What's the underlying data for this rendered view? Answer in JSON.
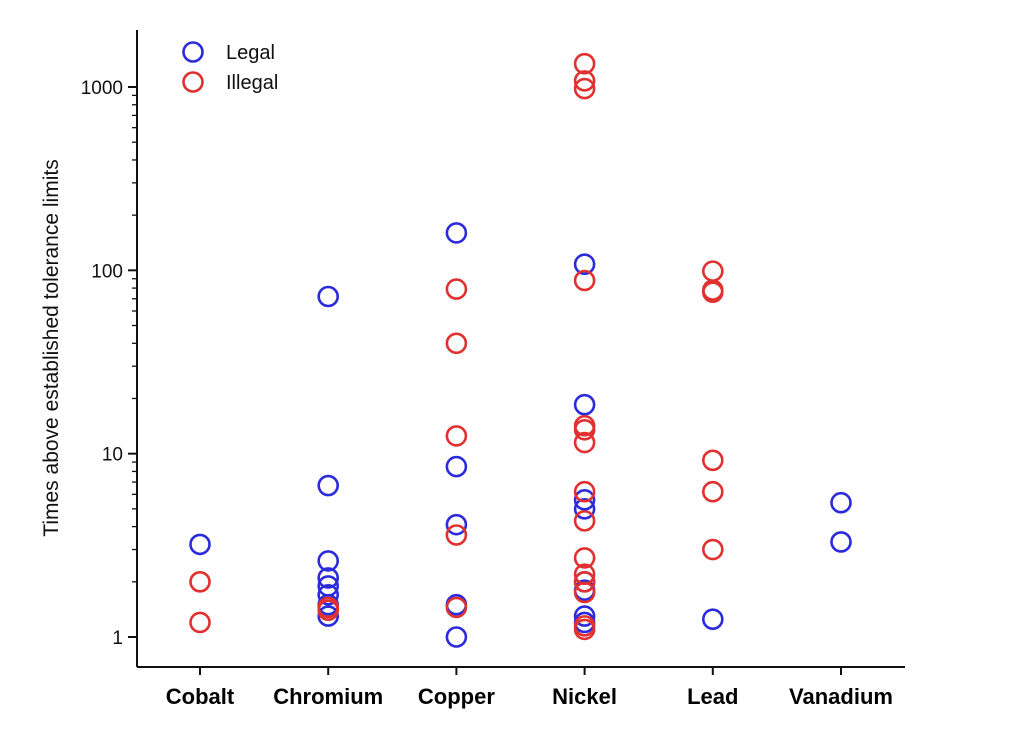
{
  "chart_data": {
    "type": "scatter",
    "title": "",
    "xlabel": "",
    "ylabel": "Times above established tolerance limits",
    "y_scale": "log",
    "ylim": [
      0.8,
      2000
    ],
    "yticks": [
      1,
      10,
      100,
      1000
    ],
    "ytick_labels": [
      "1",
      "10",
      "100",
      "1000"
    ],
    "categories": [
      "Cobalt",
      "Chromium",
      "Copper",
      "Nickel",
      "Lead",
      "Vanadium"
    ],
    "legend_position": "top-left",
    "grid": false,
    "marker": "open-circle",
    "series": [
      {
        "name": "Legal",
        "color": "#2b2bdc",
        "points": [
          {
            "category": "Cobalt",
            "value": 3.2
          },
          {
            "category": "Chromium",
            "value": 72
          },
          {
            "category": "Chromium",
            "value": 6.7
          },
          {
            "category": "Chromium",
            "value": 2.6
          },
          {
            "category": "Chromium",
            "value": 2.1
          },
          {
            "category": "Chromium",
            "value": 1.9
          },
          {
            "category": "Chromium",
            "value": 1.7
          },
          {
            "category": "Chromium",
            "value": 1.5
          },
          {
            "category": "Chromium",
            "value": 1.3
          },
          {
            "category": "Copper",
            "value": 160
          },
          {
            "category": "Copper",
            "value": 8.5
          },
          {
            "category": "Copper",
            "value": 4.1
          },
          {
            "category": "Copper",
            "value": 1.5
          },
          {
            "category": "Copper",
            "value": 1.0
          },
          {
            "category": "Nickel",
            "value": 108
          },
          {
            "category": "Nickel",
            "value": 18.5
          },
          {
            "category": "Nickel",
            "value": 5.6
          },
          {
            "category": "Nickel",
            "value": 5.0
          },
          {
            "category": "Nickel",
            "value": 2.0
          },
          {
            "category": "Nickel",
            "value": 1.8
          },
          {
            "category": "Nickel",
            "value": 1.3
          },
          {
            "category": "Nickel",
            "value": 1.2
          },
          {
            "category": "Lead",
            "value": 1.25
          },
          {
            "category": "Vanadium",
            "value": 5.4
          },
          {
            "category": "Vanadium",
            "value": 3.3
          }
        ]
      },
      {
        "name": "Illegal",
        "color": "#e03030",
        "points": [
          {
            "category": "Cobalt",
            "value": 2.0
          },
          {
            "category": "Cobalt",
            "value": 1.2
          },
          {
            "category": "Chromium",
            "value": 1.45
          },
          {
            "category": "Chromium",
            "value": 1.4
          },
          {
            "category": "Copper",
            "value": 79
          },
          {
            "category": "Copper",
            "value": 40
          },
          {
            "category": "Copper",
            "value": 12.5
          },
          {
            "category": "Copper",
            "value": 3.6
          },
          {
            "category": "Copper",
            "value": 1.45
          },
          {
            "category": "Nickel",
            "value": 1340
          },
          {
            "category": "Nickel",
            "value": 1080
          },
          {
            "category": "Nickel",
            "value": 980
          },
          {
            "category": "Nickel",
            "value": 88
          },
          {
            "category": "Nickel",
            "value": 14.2
          },
          {
            "category": "Nickel",
            "value": 13.5
          },
          {
            "category": "Nickel",
            "value": 11.5
          },
          {
            "category": "Nickel",
            "value": 6.2
          },
          {
            "category": "Nickel",
            "value": 4.3
          },
          {
            "category": "Nickel",
            "value": 2.7
          },
          {
            "category": "Nickel",
            "value": 2.2
          },
          {
            "category": "Nickel",
            "value": 2.0
          },
          {
            "category": "Nickel",
            "value": 1.75
          },
          {
            "category": "Nickel",
            "value": 1.15
          },
          {
            "category": "Nickel",
            "value": 1.1
          },
          {
            "category": "Lead",
            "value": 99
          },
          {
            "category": "Lead",
            "value": 78
          },
          {
            "category": "Lead",
            "value": 76
          },
          {
            "category": "Lead",
            "value": 9.2
          },
          {
            "category": "Lead",
            "value": 6.2
          },
          {
            "category": "Lead",
            "value": 3.0
          }
        ]
      }
    ]
  }
}
